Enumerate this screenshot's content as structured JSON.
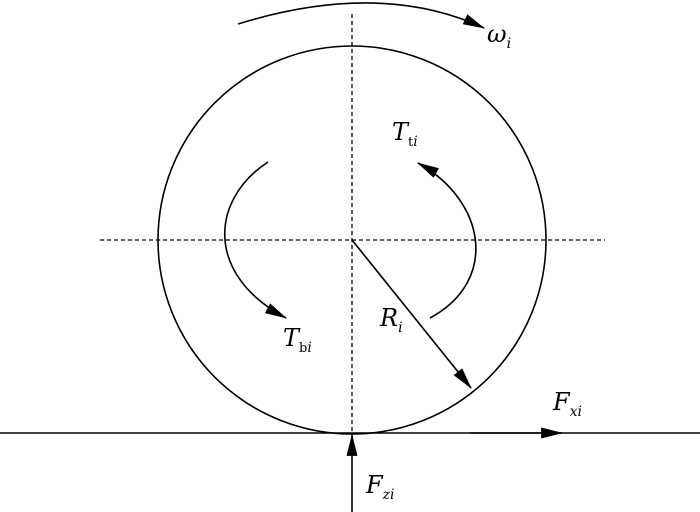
{
  "labels": {
    "omega": {
      "main": "ω",
      "sub": "i"
    },
    "Tt": {
      "main": "T",
      "sub_upright": "t",
      "sub_italic": "i"
    },
    "Tb": {
      "main": "T",
      "sub_upright": "b",
      "sub_italic": "i"
    },
    "R": {
      "main": "R",
      "sub": "i"
    },
    "Fx": {
      "main": "F",
      "sub": "xi"
    },
    "Fz": {
      "main": "F",
      "sub": "zi"
    }
  },
  "colors": {
    "stroke": "#000000",
    "background": "#ffffff"
  }
}
